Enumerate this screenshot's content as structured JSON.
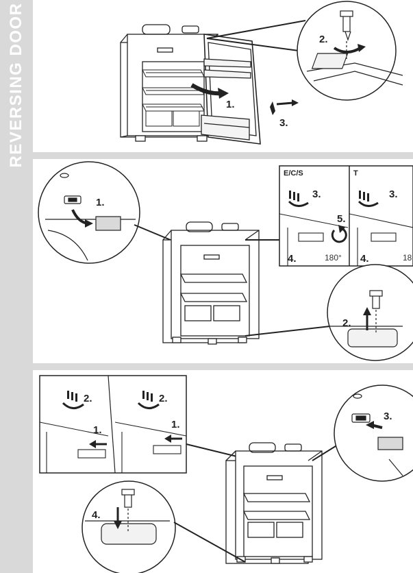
{
  "sidebar": {
    "title": "REVERSING DOOR"
  },
  "panel1": {
    "steps": [
      "1.",
      "2.",
      "3."
    ]
  },
  "panel2": {
    "steps": [
      "1.",
      "2."
    ],
    "variant_es": {
      "label": "E/C/S",
      "steps": [
        "3.",
        "4.",
        "5."
      ],
      "rotation": "180°"
    },
    "variant_t": {
      "label": "T",
      "steps": [
        "3.",
        "4."
      ],
      "rotation": "18"
    }
  },
  "panel3": {
    "left_steps": [
      "2.",
      "1."
    ],
    "right_steps": [
      "2.",
      "1."
    ],
    "steps": [
      "3.",
      "4."
    ]
  }
}
